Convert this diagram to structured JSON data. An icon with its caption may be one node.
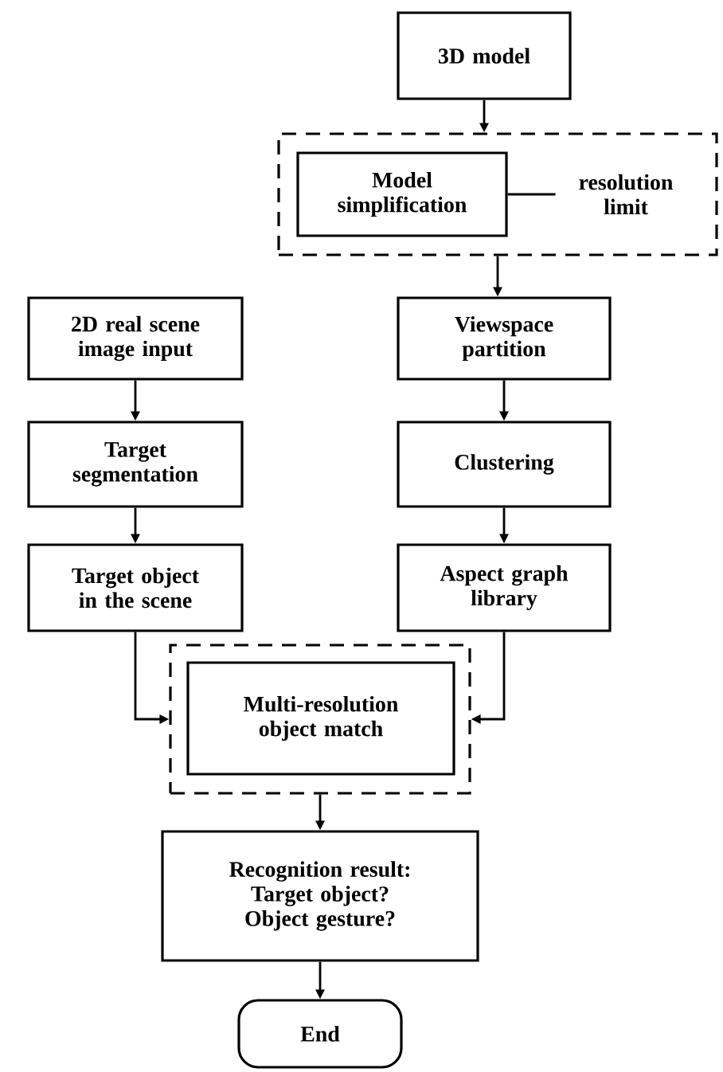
{
  "diagram": {
    "nodes": [
      {
        "text": [
          "3D model"
        ]
      },
      {
        "text": [],
        "shape": "box"
      },
      {
        "text": [
          "Model simplification"
        ],
        "in": 1
      },
      {
        "text": [
          "resolution limit"
        ],
        "in": 1
      },
      {
        "text": [
          "2D real scene image input"
        ]
      },
      {
        "text": [
          "Viewspace partition"
        ]
      },
      {
        "text": [
          "Target segmentation"
        ]
      },
      {
        "text": [
          "Clustering"
        ]
      },
      {
        "text": [
          "Target object in the scene"
        ]
      },
      {
        "text": [
          "Aspect graph library"
        ]
      },
      {
        "text": [],
        "shape": "box"
      },
      {
        "text": [
          "Multi-resolution object match"
        ],
        "in": 10
      },
      {
        "text": [
          "Recognition result: Target object? Object gesture?"
        ]
      },
      {
        "text": [
          "End"
        ]
      }
    ],
    "edges": [
      {
        "from": 0,
        "to": 1,
        "arrow": "to"
      },
      {
        "from": 2,
        "to": 3,
        "arrow": "none"
      },
      {
        "from": 1,
        "to": 5,
        "arrow": "to"
      },
      {
        "from": 4,
        "to": 6,
        "arrow": "to"
      },
      {
        "from": 5,
        "to": 7,
        "arrow": "to"
      },
      {
        "from": 6,
        "to": 8,
        "arrow": "to"
      },
      {
        "from": 7,
        "to": 9,
        "arrow": "to"
      },
      {
        "from": 8,
        "to": 10,
        "arrow": "to"
      },
      {
        "from": 9,
        "to": 10,
        "arrow": "to"
      },
      {
        "from": 10,
        "to": 12,
        "arrow": "to"
      },
      {
        "from": 12,
        "to": 13,
        "arrow": "to"
      }
    ]
  }
}
